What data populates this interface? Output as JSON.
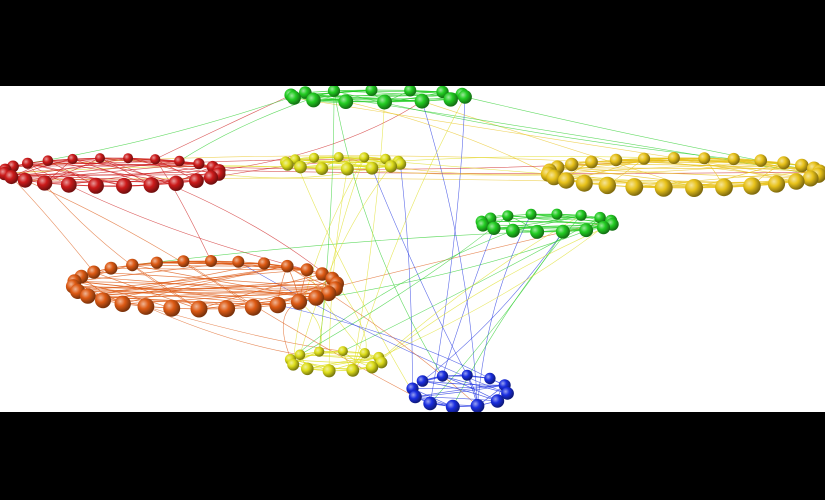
{
  "viewer": {
    "background": "#000000",
    "canvas_background": "#ffffff"
  },
  "graph": {
    "style": "3D node-link visualization; nodes grouped into elliptical rings, dense intra-ring edges, sparse inter-ring edges",
    "clusters": [
      {
        "id": "green-top",
        "color": "#22cc22",
        "node_count": 14
      },
      {
        "id": "red-left",
        "color": "#cc1a1a",
        "node_count": 24
      },
      {
        "id": "yellow-center",
        "color": "#dddd1a",
        "node_count": 14
      },
      {
        "id": "gold-right",
        "color": "#e8c21a",
        "node_count": 28
      },
      {
        "id": "green-mid",
        "color": "#22cc22",
        "node_count": 16
      },
      {
        "id": "orange-left",
        "color": "#dd5a14",
        "node_count": 30
      },
      {
        "id": "yellow-bottom",
        "color": "#dddd1a",
        "node_count": 12
      },
      {
        "id": "blue-bottom",
        "color": "#1a2ee0",
        "node_count": 12
      }
    ],
    "inter_cluster_links": [
      [
        "red-left",
        "green-top"
      ],
      [
        "green-top",
        "gold-right"
      ],
      [
        "red-left",
        "orange-left"
      ],
      [
        "red-left",
        "yellow-center"
      ],
      [
        "red-left",
        "gold-right"
      ],
      [
        "orange-left",
        "yellow-bottom"
      ],
      [
        "orange-left",
        "green-mid"
      ],
      [
        "green-top",
        "blue-bottom"
      ],
      [
        "green-top",
        "yellow-bottom"
      ],
      [
        "yellow-center",
        "blue-bottom"
      ],
      [
        "green-mid",
        "blue-bottom"
      ],
      [
        "green-mid",
        "yellow-bottom"
      ],
      [
        "gold-right",
        "yellow-center"
      ],
      [
        "yellow-center",
        "yellow-bottom"
      ],
      [
        "orange-left",
        "blue-bottom"
      ]
    ]
  }
}
